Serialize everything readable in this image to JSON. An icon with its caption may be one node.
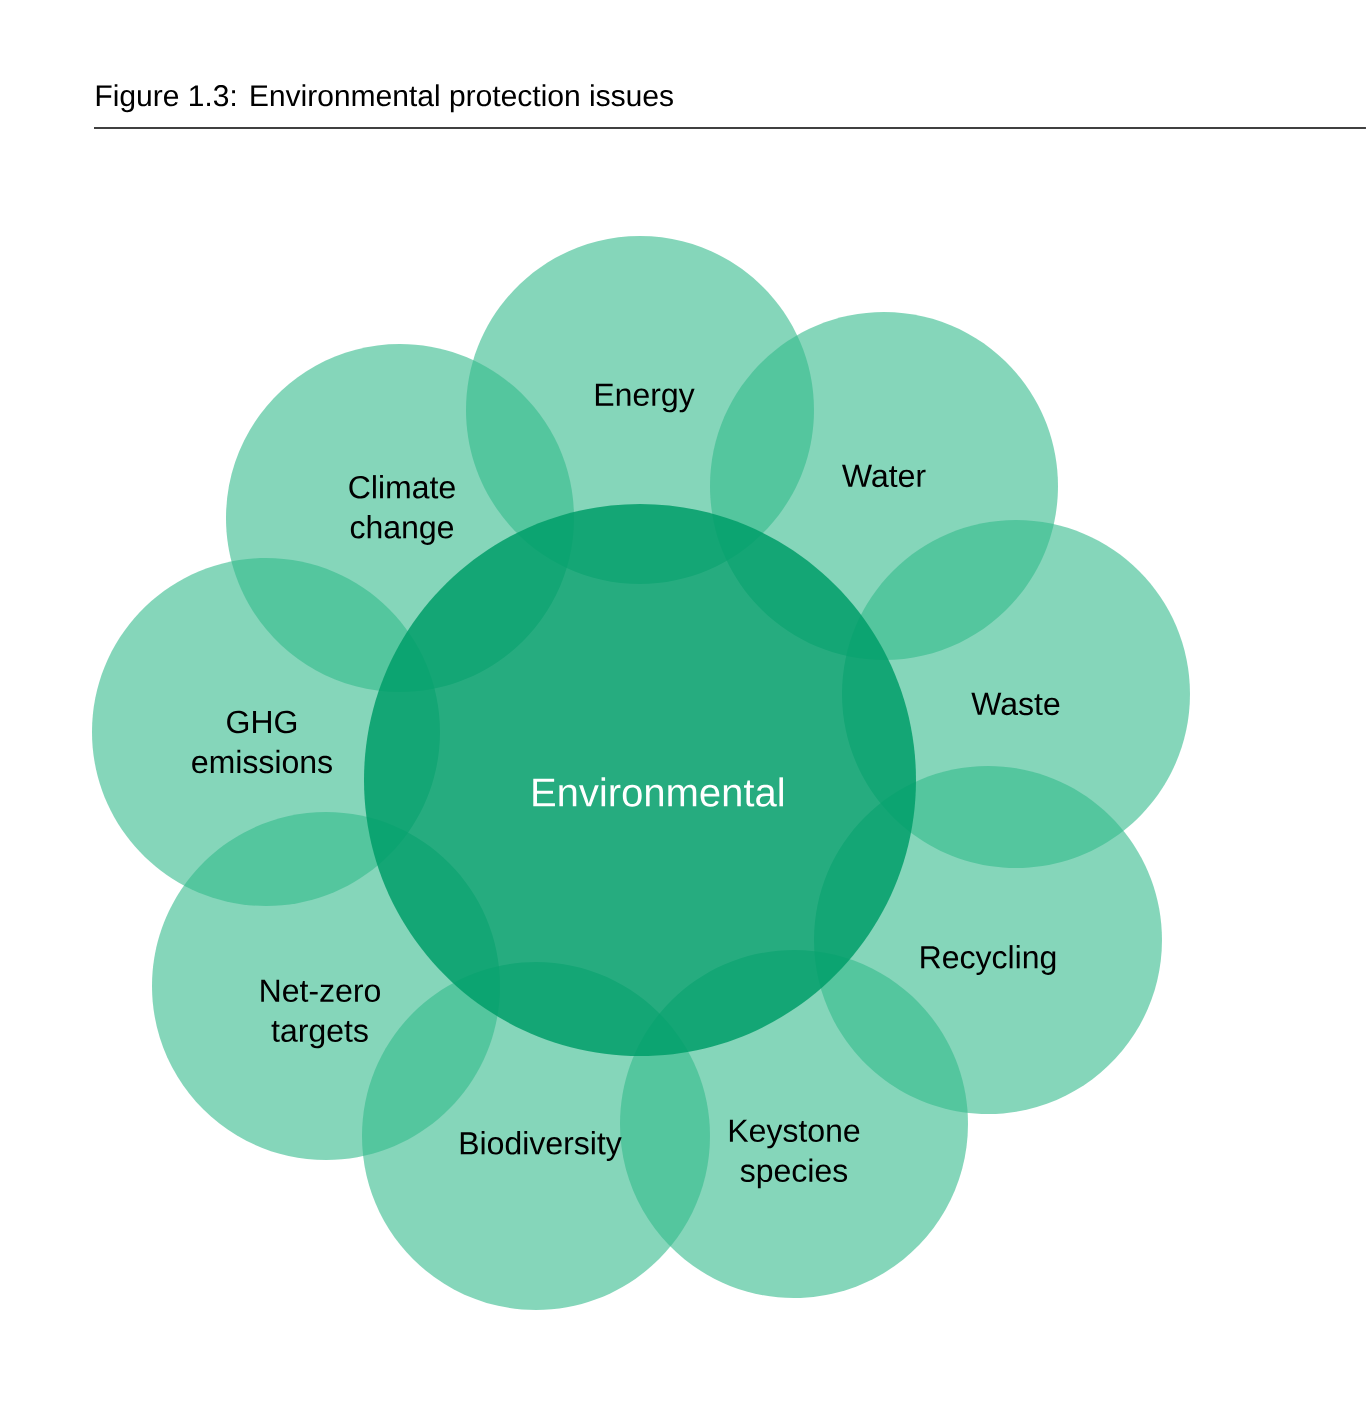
{
  "diagram": {
    "title": "Figure 1.3: Environmental protection issues",
    "nodes": [
      {
        "text": [
          "Environmental"
        ]
      },
      {
        "text": [
          "Energy"
        ]
      },
      {
        "text": [
          "Water"
        ]
      },
      {
        "text": [
          "Waste"
        ]
      },
      {
        "text": [
          "Recycling"
        ]
      },
      {
        "text": [
          "Keystone species"
        ]
      },
      {
        "text": [
          "Biodiversity"
        ]
      },
      {
        "text": [
          "Net-zero targets"
        ]
      },
      {
        "text": [
          "GHG emissions"
        ]
      },
      {
        "text": [
          "Climate change"
        ]
      }
    ]
  }
}
